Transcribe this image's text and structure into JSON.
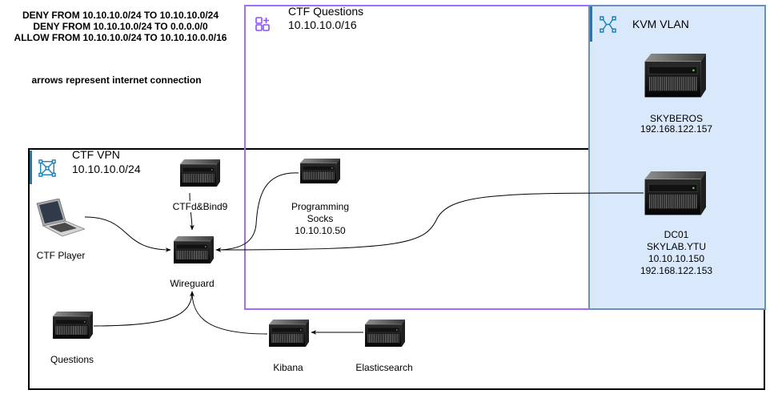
{
  "firewall_rules": [
    "DENY FROM 10.10.10.0/24 TO 10.10.10.0/24",
    "DENY FROM 10.10.10.0/24 TO 0.0.0.0/0",
    "ALLOW FROM 10.10.10.0/24 TO 10.10.10.0.0/16"
  ],
  "legend_note": "arrows represent internet connection",
  "colors": {
    "accent": "#147eba",
    "ctf_questions_border": "#9f6cff",
    "ctf_questions_icon": "#8c4fff",
    "kvm_vlan_border": "#6c8ebf",
    "kvm_vlan_fill": "#dae8fc",
    "ctf_vpn_border": "#000000",
    "edge": "#000000"
  },
  "groups": {
    "ctf_questions": {
      "title": "CTF Questions",
      "subnet": "10.10.10.0/16",
      "icon": "group-icon"
    },
    "kvm_vlan": {
      "title": "KVM VLAN",
      "icon": "network-icon"
    },
    "ctf_vpn": {
      "title": "CTF VPN",
      "subnet": "10.10.10.0/24",
      "icon": "subnet-icon"
    }
  },
  "nodes": {
    "skyberos": {
      "icon": "server-icon",
      "lines": [
        "SKYBEROS",
        "192.168.122.157"
      ]
    },
    "dc01": {
      "icon": "server-icon",
      "lines": [
        "DC01",
        "SKYLAB.YTU",
        "10.10.10.150",
        "192.168.122.153"
      ]
    },
    "ctfd_bind9": {
      "icon": "server-icon",
      "label": "CTFd&Bind9"
    },
    "programming_socks": {
      "icon": "server-icon",
      "lines": [
        "Programming",
        "Socks",
        "10.10.10.50"
      ]
    },
    "wireguard": {
      "icon": "server-icon",
      "label": "Wireguard"
    },
    "ctf_player": {
      "icon": "laptop-icon",
      "label": "CTF Player"
    },
    "questions": {
      "icon": "server-icon",
      "label": "Questions"
    },
    "kibana": {
      "icon": "server-icon",
      "label": "Kibana"
    },
    "elasticsearch": {
      "icon": "server-icon",
      "label": "Elasticsearch"
    }
  }
}
